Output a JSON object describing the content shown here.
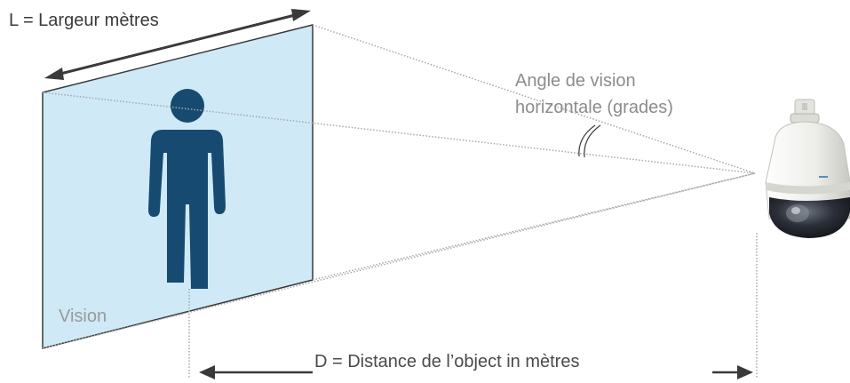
{
  "labels": {
    "width": "L = Largeur mètres",
    "angle_line1": "Angle de vision",
    "angle_line2": "horizontale (grades)",
    "vision": "Vision",
    "distance": "D = Distance de l’object in mètres"
  },
  "colors": {
    "plane_fill": "#cfe9f7",
    "plane_stroke": "#3a3a3a",
    "person": "#174a70",
    "arrow": "#3a3a3a",
    "sight_lines": "#a8a8a8",
    "camera_body": "#eeeeea",
    "camera_dome": "#2b2f38"
  },
  "icons": {
    "person": "person-silhouette-icon",
    "camera": "ptz-dome-camera-icon"
  }
}
